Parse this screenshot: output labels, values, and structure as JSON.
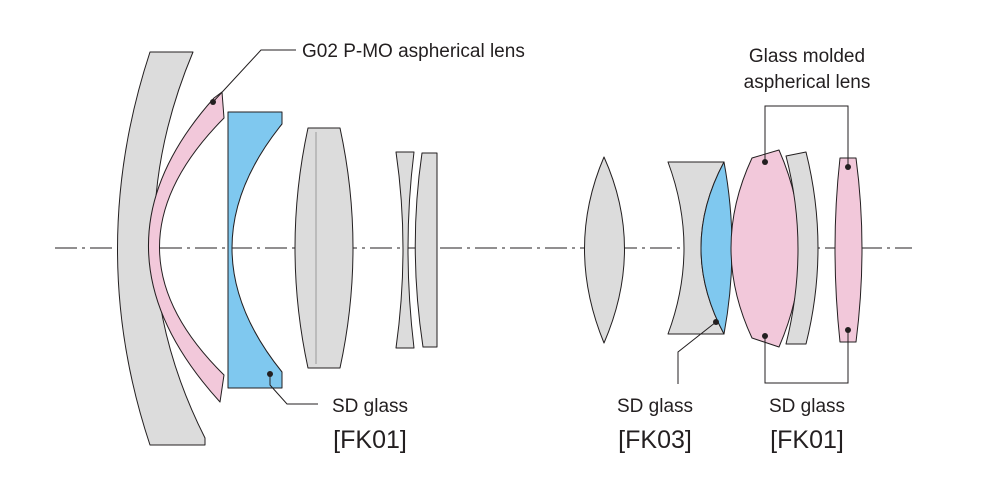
{
  "colors": {
    "standard_glass": "#dcdcdc",
    "aspherical": "#f2c8da",
    "sd_glass_fk01": "#7fc8ef",
    "sd_glass_fk03": "#7fc8ef",
    "outline": "#231f20",
    "background": "#ffffff"
  },
  "labels": {
    "g02_pmo": "G02 P-MO aspherical lens",
    "glass_molded_line1": "Glass molded",
    "glass_molded_line2": "aspherical lens",
    "sd_left": "SD glass",
    "sd_left_code": "[FK01]",
    "sd_mid": "SD glass",
    "sd_mid_code": "[FK03]",
    "sd_right": "SD glass",
    "sd_right_code": "[FK01]"
  }
}
